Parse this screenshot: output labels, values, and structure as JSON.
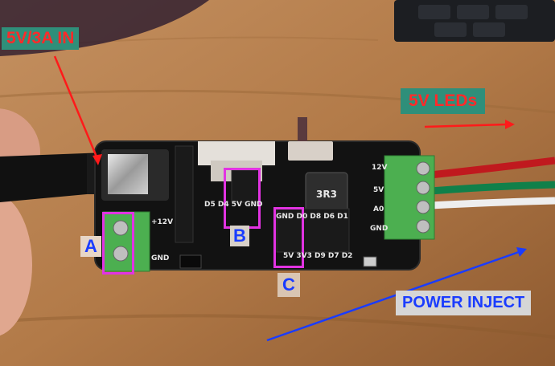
{
  "annotations": {
    "power_in": "5V/3A IN",
    "leds": "5V LEDs",
    "power_inject": "POWER INJECT",
    "marker_a": "A",
    "marker_b": "B",
    "marker_c": "C"
  },
  "board_silkscreen": {
    "plus12v": "+12V",
    "gnd_left": "GND",
    "top_pins": "D5 D4 5V GND",
    "right_header_top": "GND D0 D8 D6 D1",
    "right_header_bottom": "5V 3V3 D9 D7 D2",
    "chip": "3R3",
    "out_12v": "12V",
    "out_5v": "5V",
    "out_a0": "A0",
    "out_gnd": "GND"
  },
  "colors": {
    "annotation_red": "#ff2a2a",
    "annotation_blue": "#1a3cff",
    "annotation_teal_bg": "#2f8f7a",
    "highlight_magenta": "#e233e2",
    "pcb_black": "#111111",
    "terminal_green": "#4caf50",
    "wood": "#b57e4c"
  }
}
